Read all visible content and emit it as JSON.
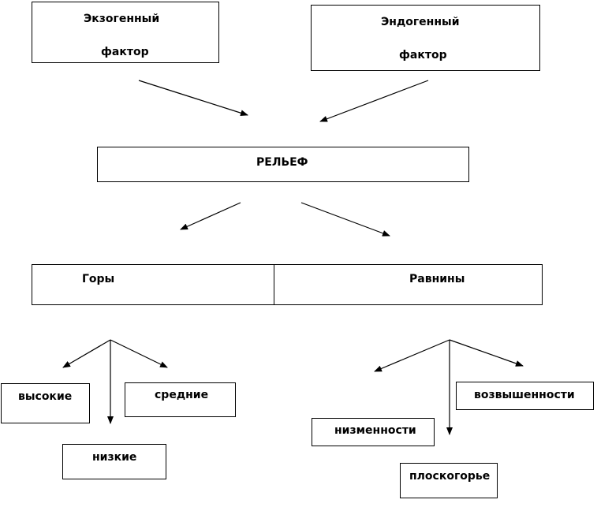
{
  "nodes": {
    "exogenous_line1": "Экзогенный",
    "exogenous_line2": "фактор",
    "endogenous_line1": "Эндогенный",
    "endogenous_line2": "фактор",
    "relief": "РЕЛЬЕФ",
    "mountains": "Горы",
    "plains": "Равнины",
    "high": "высокие",
    "medium": "средние",
    "low": "низкие",
    "lowlands": "низменности",
    "uplands": "возвышенности",
    "plateau": "плоскогорье"
  }
}
